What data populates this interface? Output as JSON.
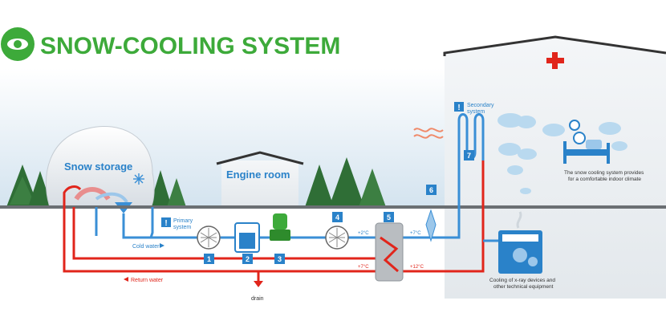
{
  "title": "SNOW-COOLING SYSTEM",
  "labels": {
    "snow_storage": "Snow storage",
    "engine_room": "Engine room",
    "primary_system_line1": "Primary",
    "primary_system_line2": "system",
    "secondary_system_line1": "Secondary",
    "secondary_system_line2": "system",
    "cold_water": "Cold water",
    "return_water": "Return water",
    "drain": "drain",
    "indoor_climate_line1": "The snow cooling system provides",
    "indoor_climate_line2": "for a comfortable indoor climate",
    "equipment_line1": "Cooling of x-ray devices and",
    "equipment_line2": "other technical equipment"
  },
  "info_mark": "!",
  "components": [
    "1",
    "2",
    "3",
    "4",
    "5",
    "6",
    "7"
  ],
  "temperatures": {
    "primary_supply": "+2°C",
    "secondary_supply": "+7°C",
    "primary_return": "+7°C",
    "secondary_return": "+12°C"
  },
  "colors": {
    "brand_green": "#3daa3a",
    "cold_pipe": "#3a8fd6",
    "warm_pipe": "#e1251b",
    "sky": "#dbe8f2",
    "ground": "#6b6f73",
    "tree": "#2f6e36",
    "badge": "#2a82c9"
  },
  "icons": [
    "logo-eye-icon",
    "red-cross-icon",
    "info-icon",
    "snowflake-icon",
    "filter-icon",
    "pump-icon",
    "heat-exchanger-icon",
    "patient-bed-icon",
    "equipment-cabinet-icon"
  ]
}
